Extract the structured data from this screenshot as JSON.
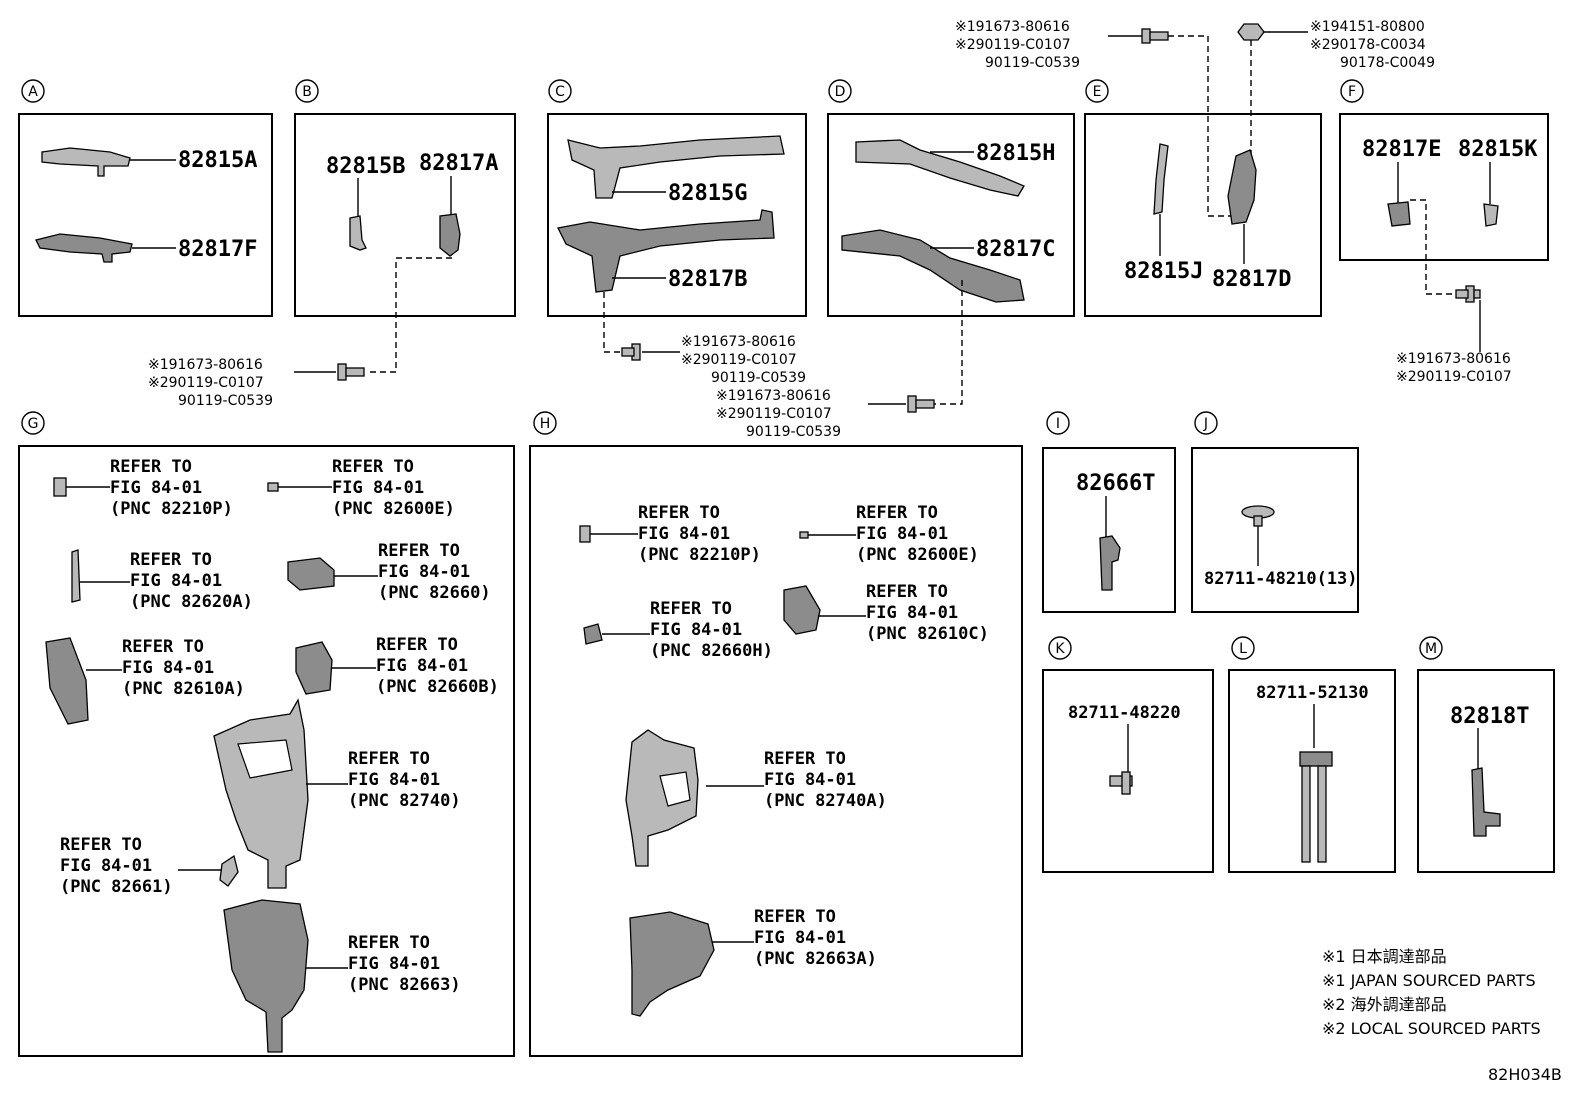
{
  "sections": {
    "A": {
      "letter": "A",
      "parts": [
        "82815A",
        "82817F"
      ]
    },
    "B": {
      "letter": "B",
      "parts": [
        "82815B",
        "82817A"
      ]
    },
    "C": {
      "letter": "C",
      "parts": [
        "82815G",
        "82817B"
      ]
    },
    "D": {
      "letter": "D",
      "parts": [
        "82815H",
        "82817C"
      ]
    },
    "E": {
      "letter": "E",
      "parts": [
        "82815J",
        "82817D"
      ]
    },
    "F": {
      "letter": "F",
      "parts": [
        "82817E",
        "82815K"
      ]
    },
    "G": {
      "letter": "G"
    },
    "H": {
      "letter": "H"
    },
    "I": {
      "letter": "I",
      "parts": [
        "82666T"
      ]
    },
    "J": {
      "letter": "J",
      "parts": [
        "82711-48210(13)"
      ]
    },
    "K": {
      "letter": "K",
      "parts": [
        "82711-48220"
      ]
    },
    "L": {
      "letter": "L",
      "parts": [
        "82711-52130"
      ]
    },
    "M": {
      "letter": "M",
      "parts": [
        "82818T"
      ]
    }
  },
  "screws": {
    "top_left": [
      "※191673-80616",
      "※290119-C0107",
      "90119-C0539"
    ],
    "top_right": [
      "※194151-80800",
      "※290178-C0034",
      "90178-C0049"
    ],
    "b_screw": [
      "※191673-80616",
      "※290119-C0107",
      "90119-C0539"
    ],
    "c_screw": [
      "※191673-80616",
      "※290119-C0107",
      "90119-C0539"
    ],
    "d_screw": [
      "※191673-80616",
      "※290119-C0107",
      "90119-C0539"
    ],
    "f_screw": [
      "※191673-80616",
      "※290119-C0107"
    ]
  },
  "refers": {
    "refer_to": "REFER TO",
    "fig": "FIG 84-01",
    "g": [
      "(PNC 82210P)",
      "(PNC 82600E)",
      "(PNC 82620A)",
      "(PNC 82660)",
      "(PNC 82610A)",
      "(PNC 82660B)",
      "(PNC 82740)",
      "(PNC 82661)",
      "(PNC 82663)"
    ],
    "h": [
      "(PNC 82210P)",
      "(PNC 82600E)",
      "(PNC 82660H)",
      "(PNC 82610C)",
      "(PNC 82740A)",
      "(PNC 82663A)"
    ]
  },
  "legend": [
    "※1 日本調達部品",
    "※1 JAPAN SOURCED PARTS",
    "※2 海外調達部品",
    "※2 LOCAL SOURCED PARTS"
  ],
  "figure_code": "82H034B"
}
